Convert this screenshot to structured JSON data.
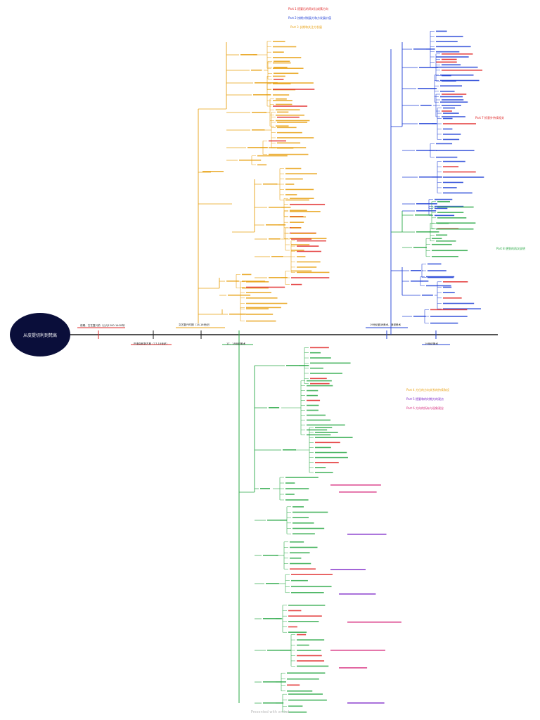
{
  "root": {
    "label": "从皮提切利到梵高"
  },
  "legend_top": [
    {
      "text": "Part 1 提要后的再对比成素方向"
    },
    {
      "text": "Part 2 按期对制展方和方发展价值"
    },
    {
      "text": "Part 3 长期和关注方发展"
    }
  ],
  "legend_right_1": [
    {
      "text": "Part 7 抓意外持续相关"
    }
  ],
  "legend_right_2": [
    {
      "text": "Part 8 想到的再次说明"
    }
  ],
  "legend_bottom": [
    {
      "text": "Part 4 方位的方向关系的持续和设"
    },
    {
      "text": "Part 5 提要和的时期方的观点"
    },
    {
      "text": "Part 6 方向的所有与现象观念"
    }
  ],
  "timeline": [
    {
      "text": "前期、文艺复兴前（公元1200-1400年）"
    },
    {
      "text": "文艺复兴时期（14-16世纪）"
    },
    {
      "text": "巴洛克和新古典（17-18世纪）"
    },
    {
      "text": "17、18世纪美术"
    },
    {
      "text": "19世纪美术"
    },
    {
      "text": "19世纪欧洲美术、浪漫美术"
    }
  ],
  "colors": {
    "timeline": "#1a1a1a",
    "orange": "#e8a010",
    "blue": "#1f3fd6",
    "green": "#2aa846",
    "red": "#e02424",
    "pink": "#d6287a",
    "purple": "#7a22c8",
    "root": "#0a0e3a"
  },
  "footer": "Presented with xmind"
}
